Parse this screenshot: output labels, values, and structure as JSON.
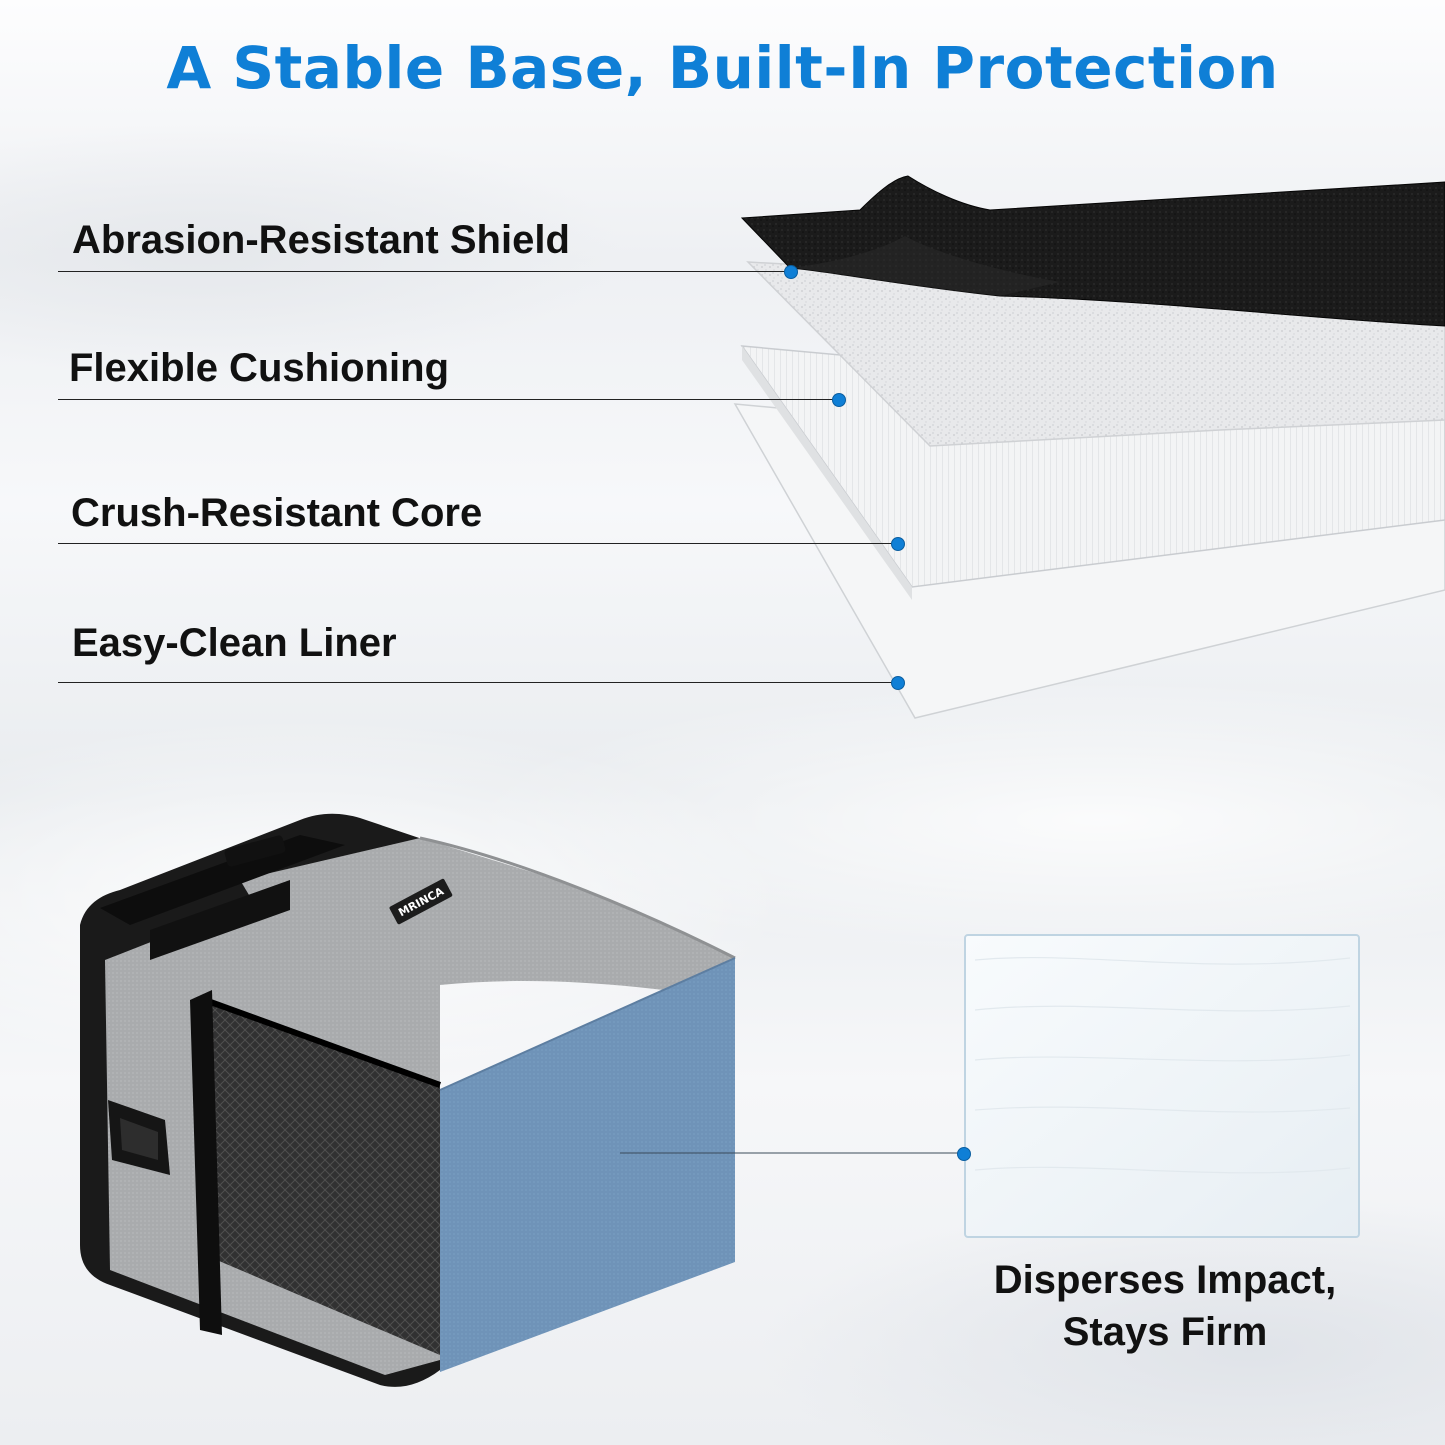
{
  "headline": "A Stable Base, Built-In Protection",
  "layers": [
    {
      "label": "Abrasion-Resistant Shield",
      "icon": "textured-black-layer"
    },
    {
      "label": "Flexible Cushioning",
      "icon": "foam-layer"
    },
    {
      "label": "Crush-Resistant Core",
      "icon": "corrugated-board-layer"
    },
    {
      "label": "Easy-Clean Liner",
      "icon": "liner-layer"
    }
  ],
  "product": {
    "brand": "MRINCA",
    "icon": "insulated-lunch-bag"
  },
  "panel": {
    "caption_line1": "Disperses Impact,",
    "caption_line2": "Stays Firm",
    "icon": "stiff-board-panel"
  },
  "colors": {
    "accent": "#0f7fd6",
    "text": "#111111",
    "bag_gray": "#a9abad",
    "board_blue": "#6f93b8"
  }
}
